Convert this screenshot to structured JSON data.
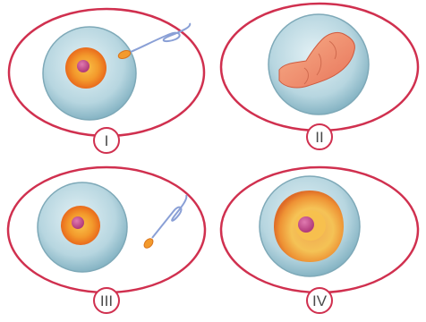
{
  "colors": {
    "outline": "#d0304f",
    "oval_fill": "#ffffff",
    "cell_outer": "#9cc3cf",
    "cell_inner": "#cfe6ee",
    "yolk_outer": "#f07a1e",
    "yolk_inner": "#f7b43b",
    "nucleus": "#c7488a",
    "sperm_tail": "#8aa0d6",
    "embryo": "#f08a5d"
  },
  "panels": [
    {
      "label": "I",
      "content": "egg-with-sperm-touching"
    },
    {
      "label": "II",
      "content": "embryo-in-membrane"
    },
    {
      "label": "III",
      "content": "egg-with-sperm-approaching"
    },
    {
      "label": "IV",
      "content": "large-yolk-egg"
    }
  ]
}
